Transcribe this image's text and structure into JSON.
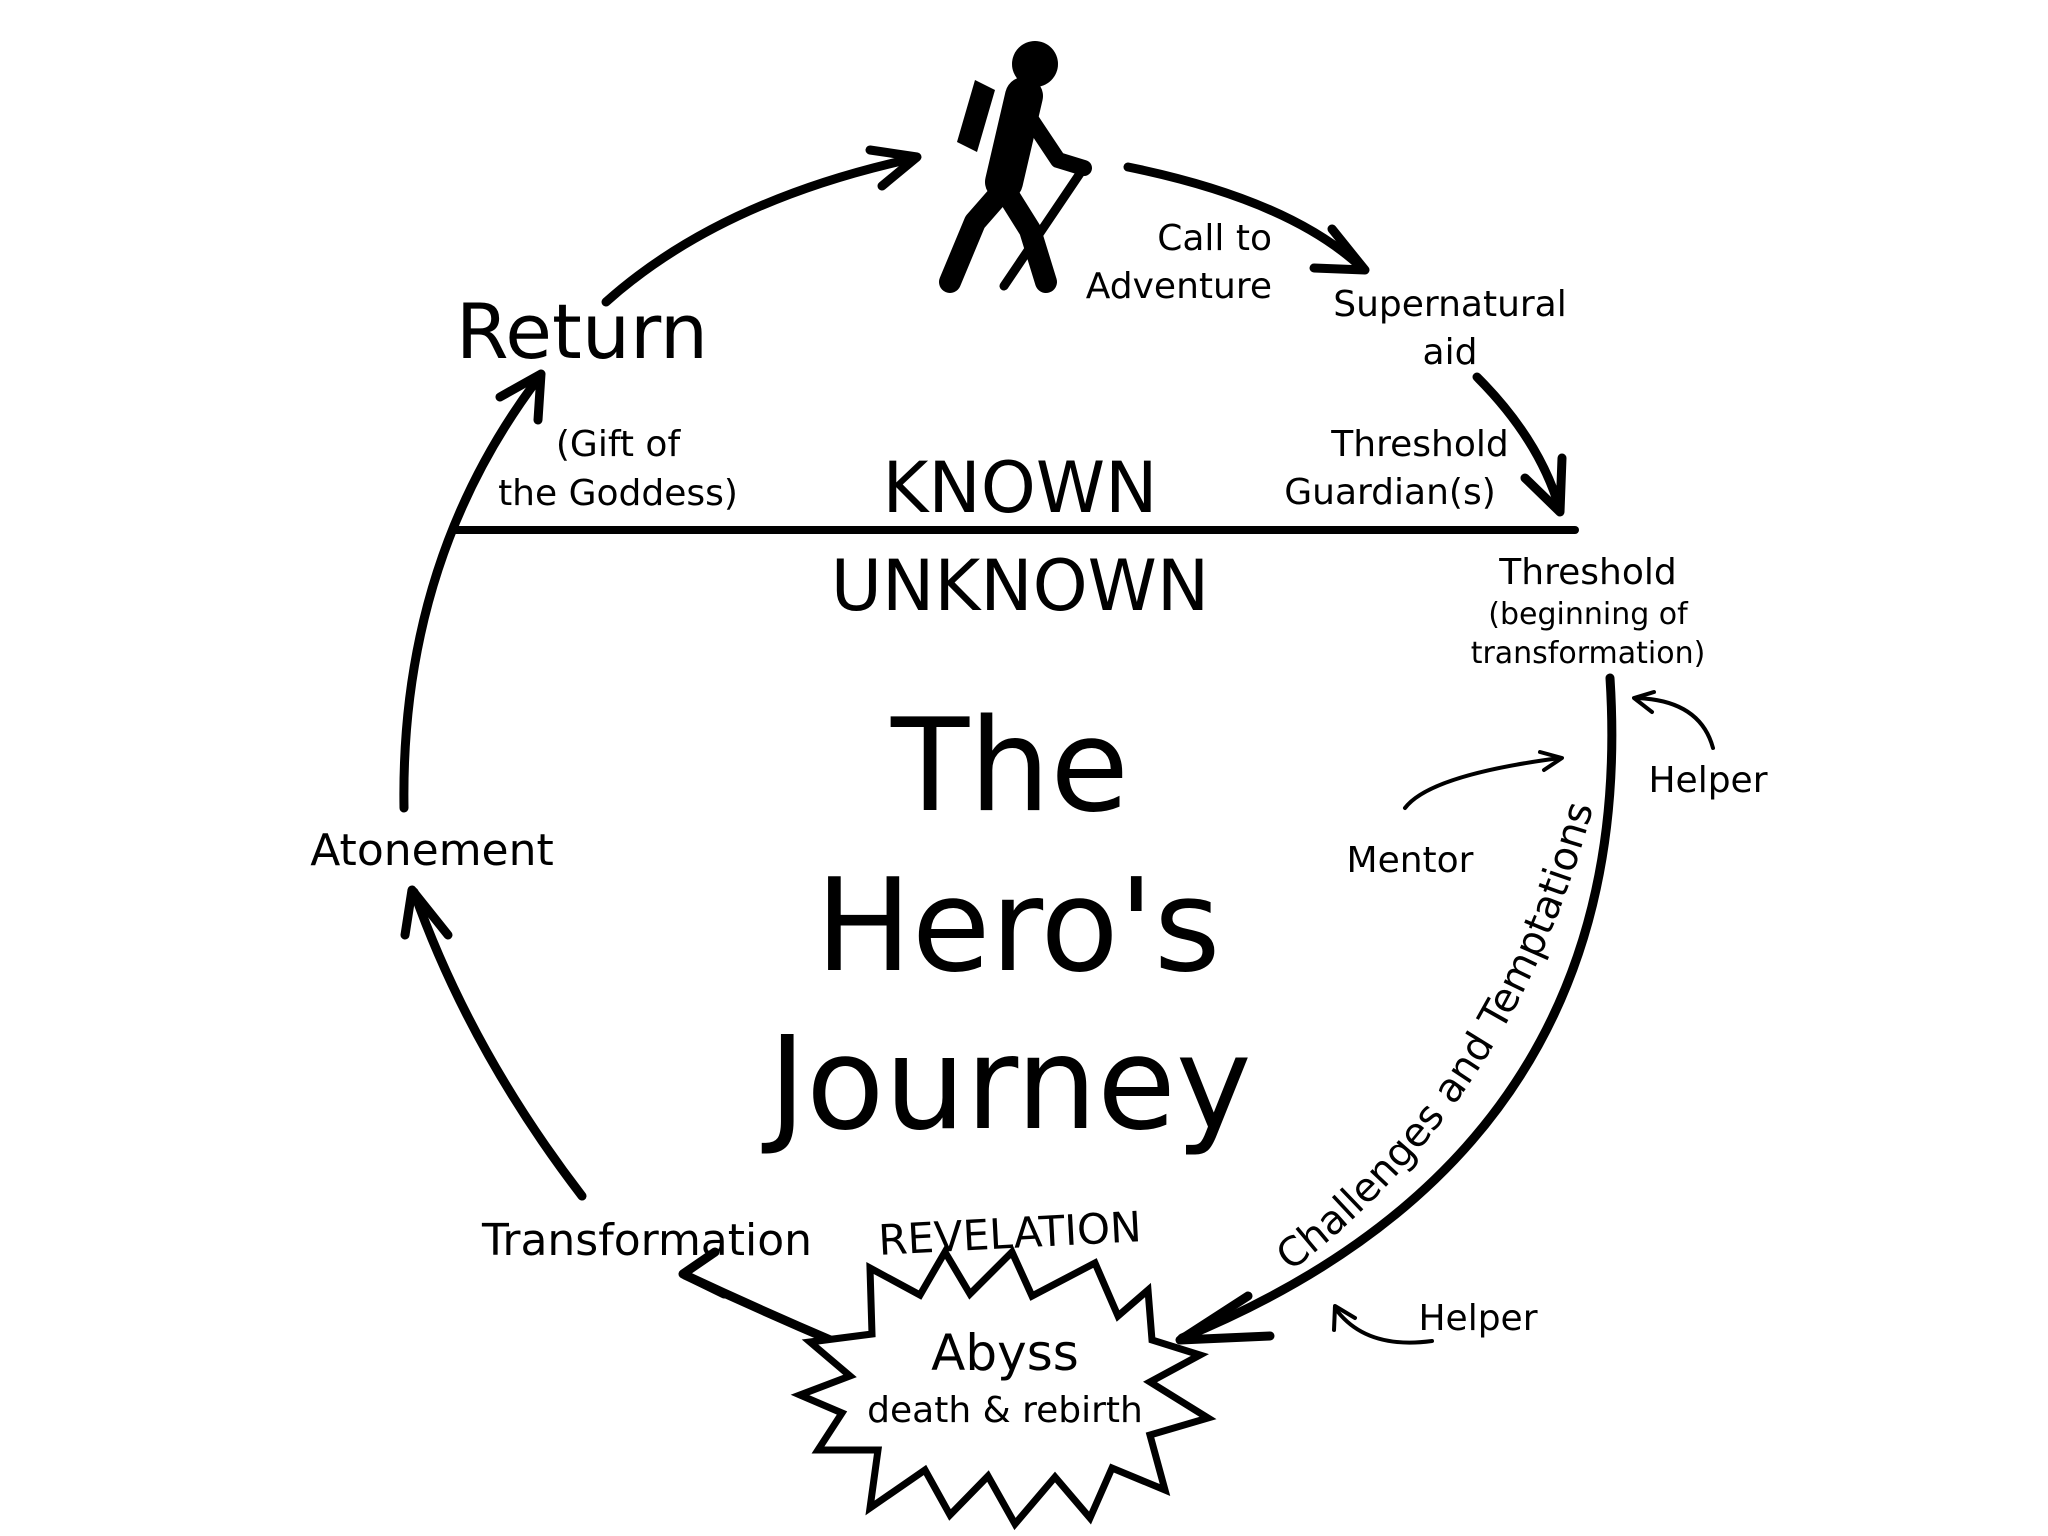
{
  "title": {
    "line1": "The",
    "line2": "Hero's",
    "line3": "Journey"
  },
  "divider": {
    "known": "KNOWN",
    "unknown": "UNKNOWN"
  },
  "stages": {
    "call_line1": "Call to",
    "call_line2": "Adventure",
    "aid_line1": "Supernatural",
    "aid_line2": "aid",
    "guardian_line1": "Threshold",
    "guardian_line2": "Guardian(s)",
    "threshold_line1": "Threshold",
    "threshold_line2": "(beginning of",
    "threshold_line3": "transformation)",
    "challenges": "Challenges and Temptations",
    "helper_top": "Helper",
    "mentor": "Mentor",
    "helper_bottom": "Helper",
    "revelation": "REVELATION",
    "abyss_line1": "Abyss",
    "abyss_line2": "death & rebirth",
    "transformation": "Transformation",
    "atonement": "Atonement",
    "gift_line1": "(Gift of",
    "gift_line2": "the Goddess)",
    "return": "Return"
  },
  "icons": {
    "hero": "hiker-icon",
    "abyss_shape": "starburst-icon"
  },
  "colors": {
    "ink": "#000000",
    "background": "#ffffff"
  }
}
